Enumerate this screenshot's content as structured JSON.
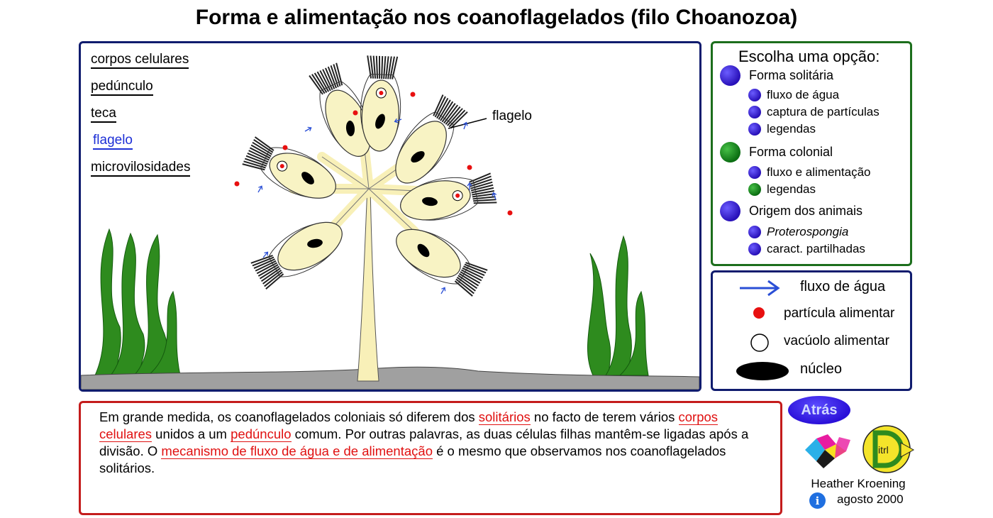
{
  "title": "Forma e alimentação nos coanoflagelados (filo Choanozoa)",
  "labels": [
    "corpos celulares",
    "pedúnculo",
    "teca",
    "flagelo",
    "microvilosidades"
  ],
  "active_label": "flagelo",
  "pointer_label": "flagelo",
  "menu": {
    "title": "Escolha uma opção:",
    "sections": [
      {
        "label": "Forma solitária",
        "color": "#2810b8",
        "items": [
          {
            "label": "fluxo de água",
            "color": "#2810b8"
          },
          {
            "label": "captura de partículas",
            "color": "#2810b8"
          },
          {
            "label": "legendas",
            "color": "#2810b8"
          }
        ]
      },
      {
        "label": "Forma colonial",
        "color": "#0b6e12",
        "items": [
          {
            "label": "fluxo e alimentação",
            "color": "#2810b8"
          },
          {
            "label": "legendas",
            "color": "#0b6e12"
          }
        ]
      },
      {
        "label": "Origem dos animais",
        "color": "#2810b8",
        "items": [
          {
            "label": "Proterospongia",
            "color": "#2810b8"
          },
          {
            "label": "caract. partilhadas",
            "color": "#2810b8"
          }
        ]
      }
    ]
  },
  "legend": {
    "water_flow": "fluxo de água",
    "food_particle": "partícula alimentar",
    "food_vacuole": "vacúolo alimentar",
    "nucleus": "núcleo"
  },
  "text": {
    "p1": "Em grande medida, os coanoflagelados coloniais só diferem dos ",
    "l1": "solitários",
    "p2": " no facto de terem vários ",
    "l2": "corpos celulares",
    "p3": " unidos a um ",
    "l3": "pedúnculo",
    "p4": " comum. Por outras palavras, as duas células filhas mantêm-se ligadas após a divisão. O ",
    "l4": "mecanismo de fluxo de água e de alimentação",
    "p5": " é o mesmo que observamos nos coanoflagelados solitários."
  },
  "back_button": "Atrás",
  "logo2_text": "itrl",
  "author": "Heather Kroening",
  "date": "agosto 2000",
  "info_icon": "i",
  "colors": {
    "stage_border": "#101c6e",
    "menu_border": "#1c6e1c",
    "text_border": "#c41c1c",
    "link": "#e01010",
    "cell": "#f8f3c4",
    "seaweed": "#2e8b1e",
    "ground": "#a0a0a0"
  }
}
